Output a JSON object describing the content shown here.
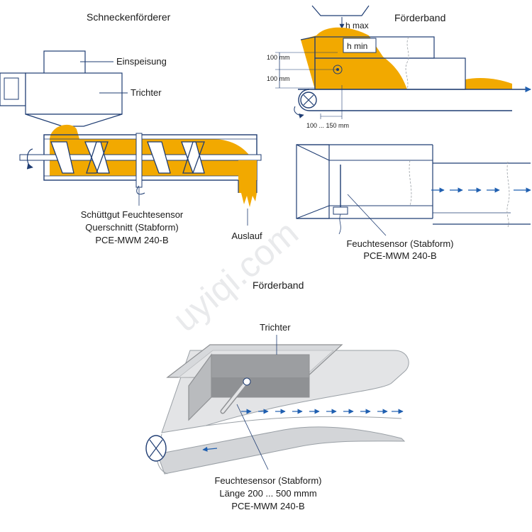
{
  "screw_conveyor": {
    "title": "Schneckenförderer",
    "feed_label": "Einspeisung",
    "hopper_label": "Trichter",
    "sensor_label_line1": "Schüttgut Feuchtesensor",
    "sensor_label_line2": "Querschnitt (Stabform)",
    "sensor_label_line3": "PCE-MWM 240-B",
    "outlet_label": "Auslauf"
  },
  "belt_side": {
    "title": "Förderband",
    "h_max": "h max",
    "h_min": "h min",
    "dim_upper": "100 mm",
    "dim_lower": "100 mm",
    "dim_bottom": "100 ... 150 mm"
  },
  "belt_top": {
    "sensor_label_line1": "Feuchtesensor (Stabform)",
    "sensor_label_line2": "PCE-MWM 240-B"
  },
  "belt_iso": {
    "title": "Förderband",
    "hopper_label": "Trichter",
    "sensor_label_line1": "Feuchtesensor (Stabform)",
    "sensor_label_line2": "Länge 200 ... 500 mmm",
    "sensor_label_line3": "PCE-MWM 240-B"
  },
  "watermark": "uyiqi.com",
  "colors": {
    "material": "#f2a900",
    "outline": "#1f3d73",
    "flow": "#1f5fb0",
    "gray_light": "#e3e4e6",
    "gray_mid": "#b9bbbe",
    "gray_dark": "#8f9194"
  }
}
